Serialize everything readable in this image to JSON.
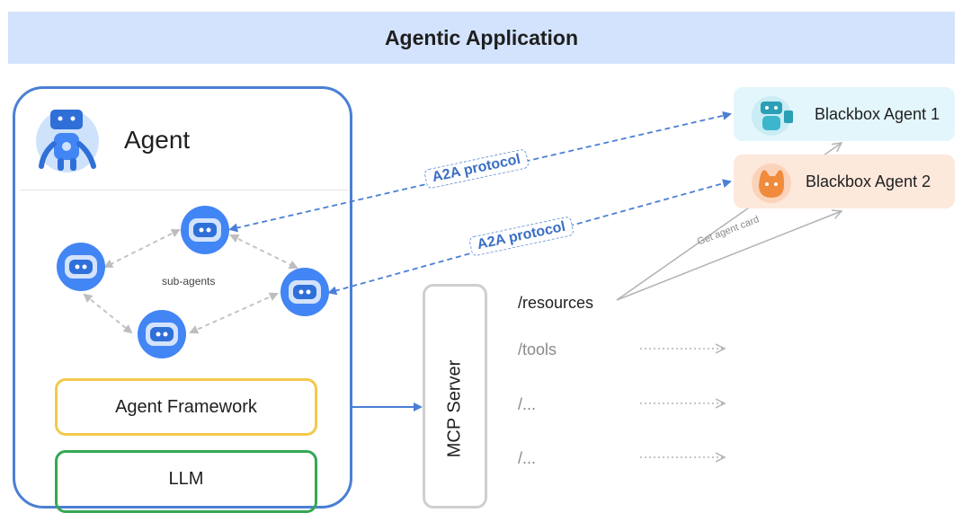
{
  "header": {
    "title": "Agentic Application"
  },
  "agent": {
    "title": "Agent",
    "sub_agents_label": "sub-agents",
    "framework_label": "Agent Framework",
    "llm_label": "LLM"
  },
  "a2a": {
    "label_1": "A2A protocol",
    "label_2": "A2A protocol"
  },
  "mcp": {
    "server_label": "MCP Server",
    "items": [
      "/resources",
      "/tools",
      "/...",
      "/..."
    ]
  },
  "blackbox": {
    "agent_1": "Blackbox Agent 1",
    "agent_2": "Blackbox Agent 2"
  },
  "get_agent_card_label": "Get agent card",
  "colors": {
    "header_bg": "#d3e3fd",
    "agent_border": "#4a7fd4",
    "framework_border": "#f2c94c",
    "llm_border": "#34a853",
    "mcp_border": "#cfcfcf",
    "blackbox_1_bg": "#e3f6fb",
    "blackbox_2_bg": "#fde8dc",
    "a2a_color": "#3b6fc4",
    "subagent_blue": "#4285f4"
  }
}
